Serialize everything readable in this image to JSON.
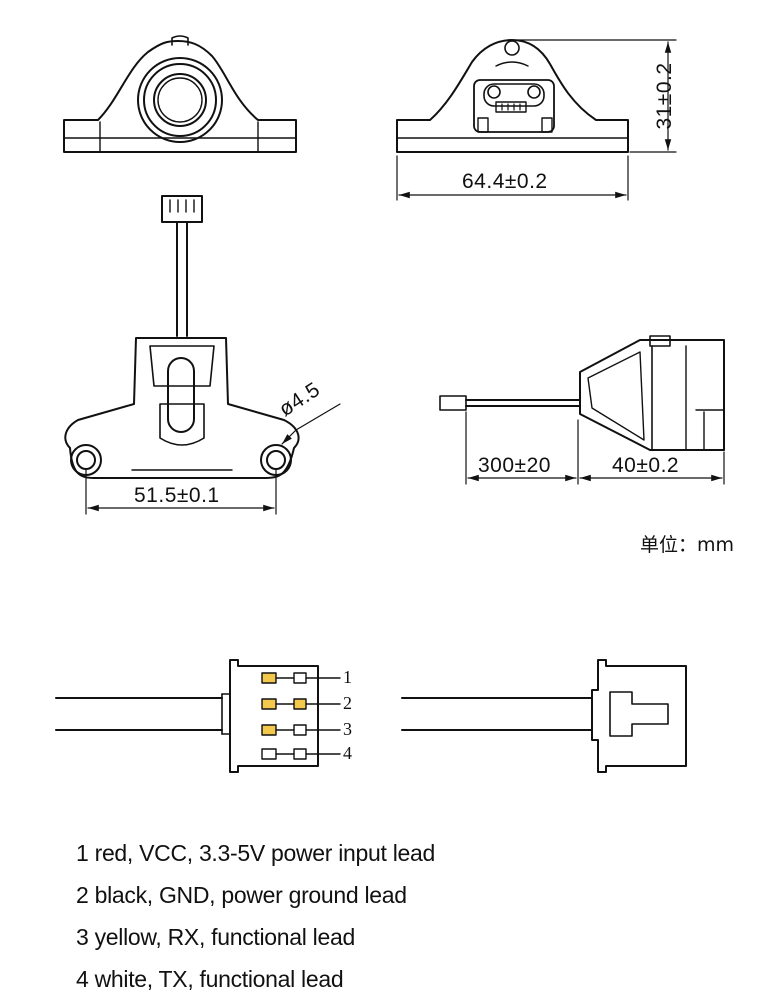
{
  "dimensions": {
    "height": "31±0.2",
    "width": "64.4±0.2",
    "hole_diameter": "ø4.5",
    "hole_spacing": "51.5±0.1",
    "cable_length": "300±20",
    "body_length": "40±0.2"
  },
  "unit_label": "单位：mm",
  "pins": [
    "1",
    "2",
    "3",
    "4"
  ],
  "colors": {
    "line": "#111111",
    "pin_fill": "#f2c94c"
  },
  "wiring": [
    "1 red, VCC, 3.3-5V power input lead",
    "2 black, GND, power ground lead",
    "3 yellow, RX, functional lead",
    "4 white, TX, functional lead"
  ]
}
